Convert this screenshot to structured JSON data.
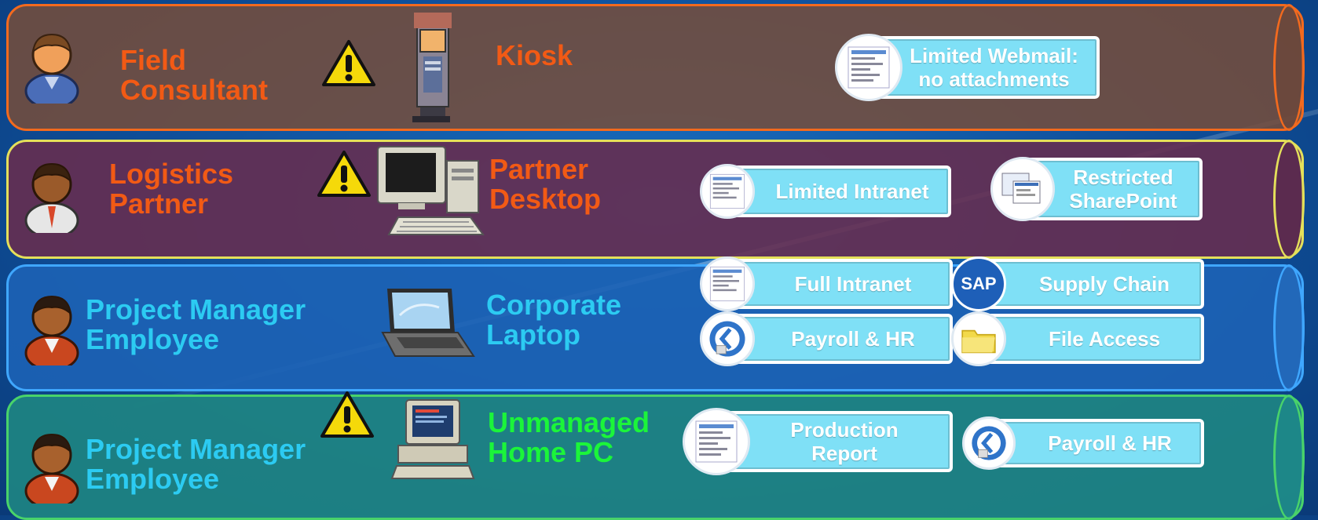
{
  "rows": [
    {
      "role": "Field\nConsultant",
      "device": "Kiosk",
      "warning": true,
      "person_icon": "business-user-icon",
      "device_icon": "kiosk-terminal-icon",
      "badges": [
        {
          "label": "Limited Webmail:\nno attachments",
          "icon": "webpage-thumbnail-icon"
        }
      ]
    },
    {
      "role": "Logistics\nPartner",
      "device": "Partner\nDesktop",
      "warning": true,
      "person_icon": "business-user-icon",
      "device_icon": "desktop-computer-icon",
      "badges": [
        {
          "label": "Limited Intranet",
          "icon": "webpage-thumbnail-icon"
        },
        {
          "label": "Restricted\nSharePoint",
          "icon": "sharepoint-screens-icon"
        }
      ]
    },
    {
      "role": "Project Manager\nEmployee",
      "device": "Corporate\nLaptop",
      "warning": false,
      "person_icon": "business-user-icon",
      "device_icon": "laptop-icon",
      "badges": [
        {
          "label": "Full Intranet",
          "icon": "webpage-thumbnail-icon"
        },
        {
          "label": "Supply Chain",
          "icon": "sap-logo-icon"
        },
        {
          "label": "Payroll & HR",
          "icon": "payroll-app-icon"
        },
        {
          "label": "File Access",
          "icon": "folder-icon"
        }
      ]
    },
    {
      "role": "Project Manager\nEmployee",
      "device": "Unmanaged\nHome PC",
      "warning": true,
      "person_icon": "business-user-icon",
      "device_icon": "home-pc-icon",
      "badges": [
        {
          "label": "Production\nReport",
          "icon": "webpage-thumbnail-icon"
        },
        {
          "label": "Payroll & HR",
          "icon": "payroll-app-icon"
        }
      ]
    }
  ],
  "logo_text": {
    "sap": "SAP"
  },
  "colors": {
    "orange": "#f25a15",
    "cyan": "#2ccbf2",
    "green": "#1bf53a",
    "badge_fill": "#7fe0f6",
    "warning_yellow": "#f5d90a"
  }
}
